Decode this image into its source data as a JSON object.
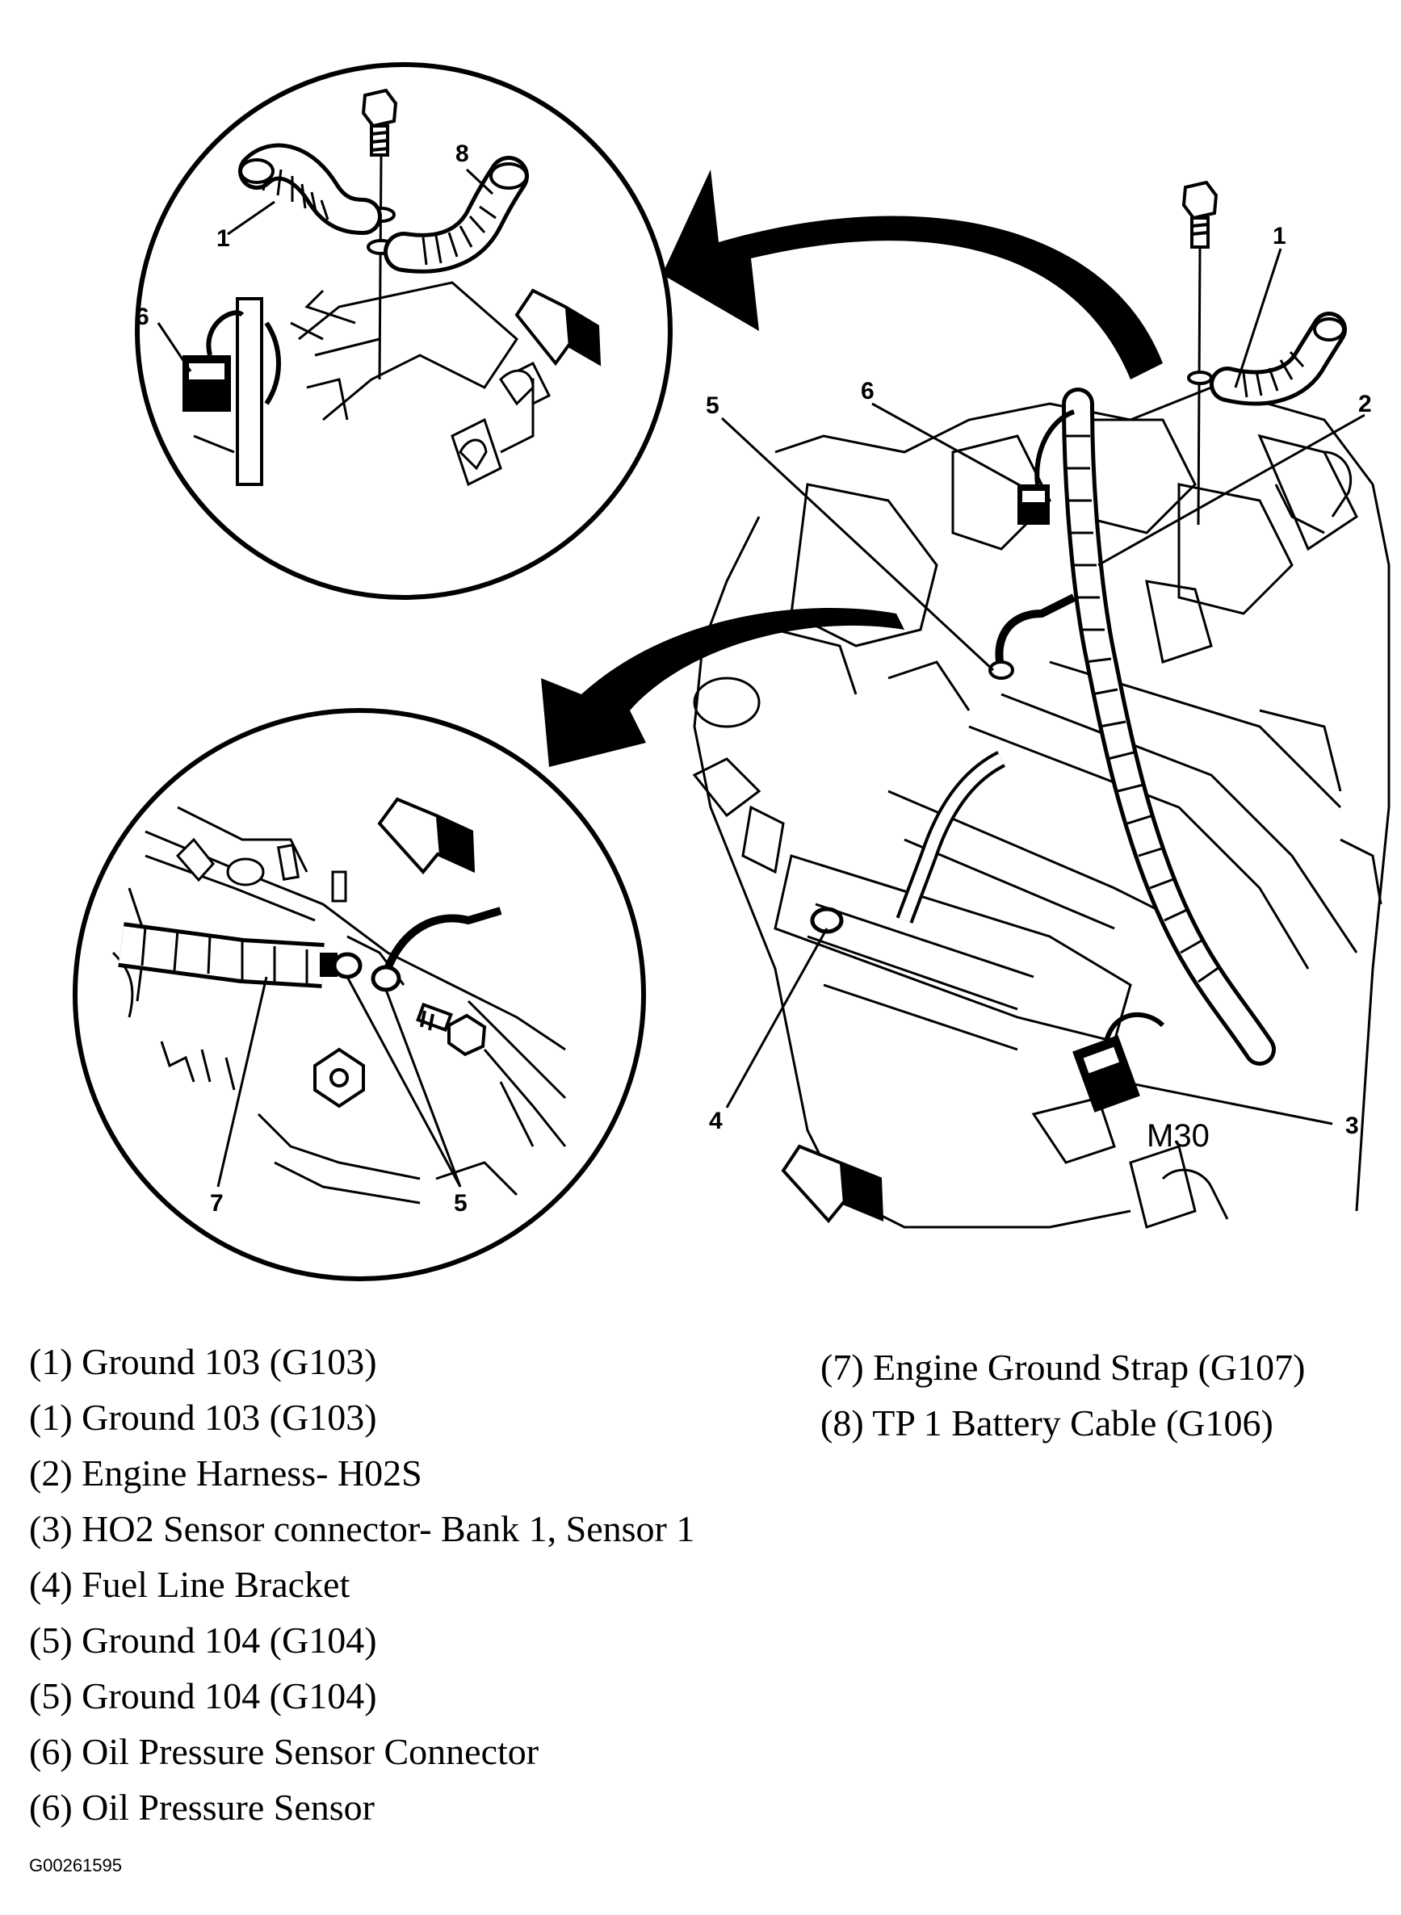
{
  "diagram": {
    "callouts_top_inset": [
      "1",
      "8",
      "6"
    ],
    "callouts_main_view": [
      "5",
      "6",
      "1",
      "2",
      "4",
      "3"
    ],
    "callouts_bottom_inset": [
      "7",
      "5"
    ],
    "engraved_marking": "M30"
  },
  "legend": {
    "left": [
      "(1) Ground 103 (G103)",
      "(1) Ground 103 (G103)",
      "(2) Engine Harness- H02S",
      "(3) HO2 Sensor connector- Bank 1, Sensor 1",
      "(4) Fuel Line Bracket",
      "(5) Ground 104 (G104)",
      "(5) Ground 104 (G104)",
      "(6) Oil Pressure Sensor Connector",
      "(6) Oil Pressure Sensor"
    ],
    "right": [
      "(7) Engine Ground Strap (G107)",
      "(8) TP 1 Battery Cable (G106)"
    ]
  },
  "figure_id": "G00261595"
}
